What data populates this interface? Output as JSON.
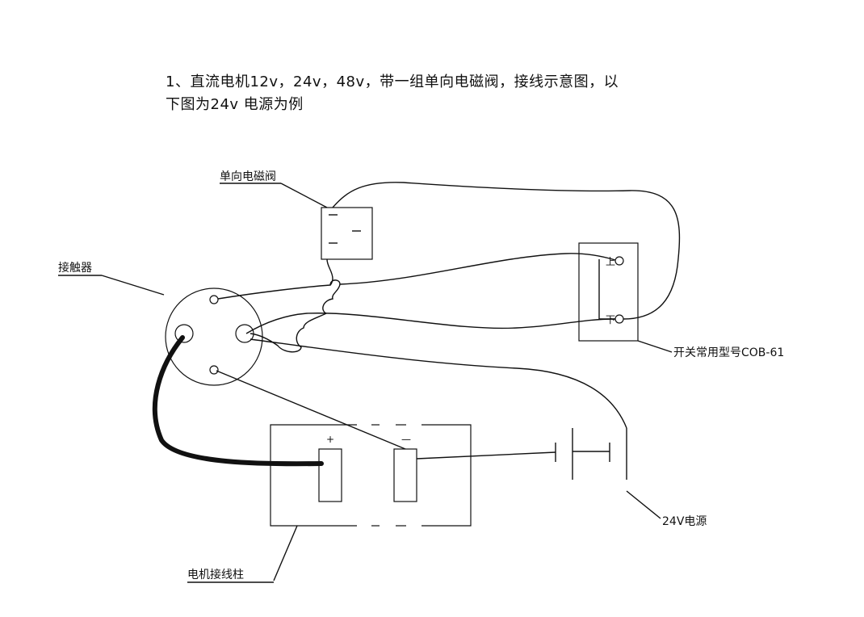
{
  "title": {
    "line1": "1、直流电机12v，24v，48v，带一组单向电磁阀，接线示意图，以",
    "line2": "下图为24v 电源为例"
  },
  "labels": {
    "solenoid_valve": "单向电磁阀",
    "solenoid_minus_1": "—",
    "solenoid_minus_2": "—",
    "contactor": "接触器",
    "switch_model": "开关常用型号COB-61",
    "switch_up": "上",
    "switch_down": "下",
    "motor_terminal": "电机接线柱",
    "motor_plus": "+",
    "motor_minus": "—",
    "power_source": "24V电源"
  },
  "colors": {
    "line": "#111111",
    "background": "#ffffff"
  }
}
